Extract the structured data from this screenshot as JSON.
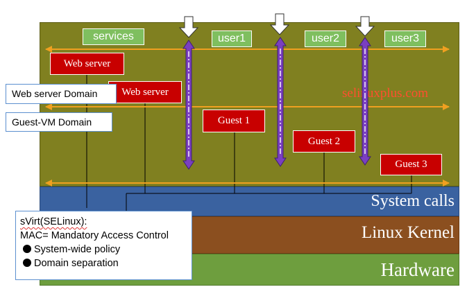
{
  "tags": {
    "services": "services",
    "user1": "user1",
    "user2": "user2",
    "user3": "user3"
  },
  "boxes": {
    "web_server_1": "Web server",
    "web_server_2": "Web server",
    "guest_1": "Guest 1",
    "guest_2": "Guest 2",
    "guest_3": "Guest 3"
  },
  "domains": {
    "web_server_domain": "Web server Domain",
    "guest_vm_domain": "Guest-VM  Domain"
  },
  "watermark": "selinuxplus.com",
  "layers": {
    "system_calls": "System calls",
    "linux_kernel": "Linux Kernel",
    "hardware": "Hardware"
  },
  "svirt": {
    "title": "sVirt(SELinux):",
    "mac": "MAC= Mandatory Access Control",
    "bullets": [
      "System-wide policy",
      "Domain separation"
    ]
  },
  "colors": {
    "olive_region": "#808020",
    "system_calls": "#3a62a0",
    "linux_kernel": "#8b4f1f",
    "hardware": "#6e9e3e",
    "box_red": "#c80000",
    "tag_green": "#7fbf5f",
    "boundary_orange": "#f0a020",
    "syscall_arrow": "#7a3fc0"
  }
}
